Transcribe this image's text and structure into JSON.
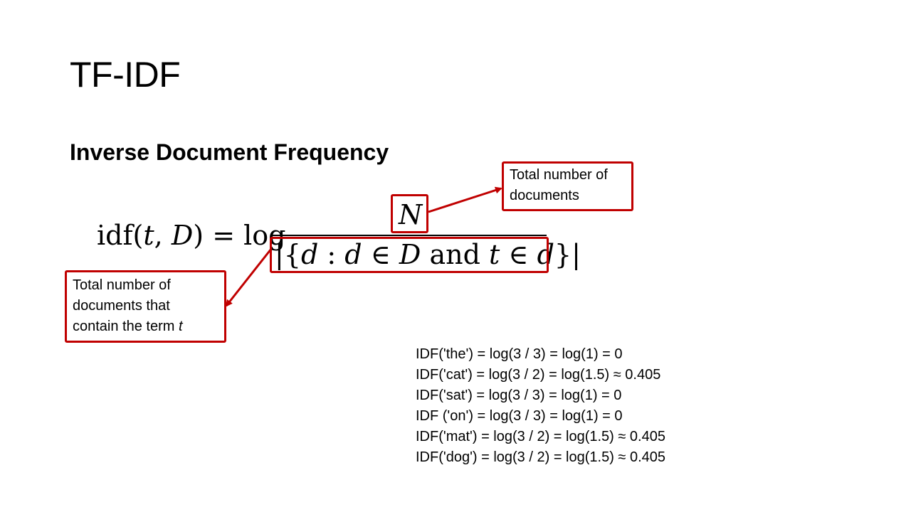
{
  "slide": {
    "title": "TF-IDF",
    "subtitle": "Inverse Document Frequency"
  },
  "formula": {
    "lhs_fn": "idf(",
    "lhs_t": "t",
    "lhs_sep": ", ",
    "lhs_D": "D",
    "lhs_close": ") = log",
    "numerator": "N",
    "den_open": "|{",
    "den_d1": "d",
    "den_colon": " : ",
    "den_d2": "d",
    "den_in1": " ∈ ",
    "den_D": "D",
    "den_and": " and ",
    "den_t": "t",
    "den_in2": " ∈ ",
    "den_d3": "d",
    "den_close": "}|"
  },
  "annotations": {
    "total_docs_line1": "Total number of",
    "total_docs_line2": "documents",
    "contain_line1": "Total number of",
    "contain_line2": "documents that",
    "contain_line3": "contain the term ",
    "contain_term": "t"
  },
  "examples": [
    "IDF('the') = log(3 / 3) = log(1) = 0",
    "IDF('cat') = log(3 / 2) = log(1.5) ≈ 0.405",
    "IDF('sat') = log(3 / 3) = log(1) = 0",
    "IDF ('on') = log(3 / 3) = log(1) = 0",
    "IDF('mat') = log(3 / 2) = log(1.5) ≈ 0.405",
    "IDF('dog') = log(3 / 2) = log(1.5) ≈ 0.405"
  ],
  "colors": {
    "annotation": "#c00000",
    "text": "#000000",
    "background": "#ffffff"
  }
}
